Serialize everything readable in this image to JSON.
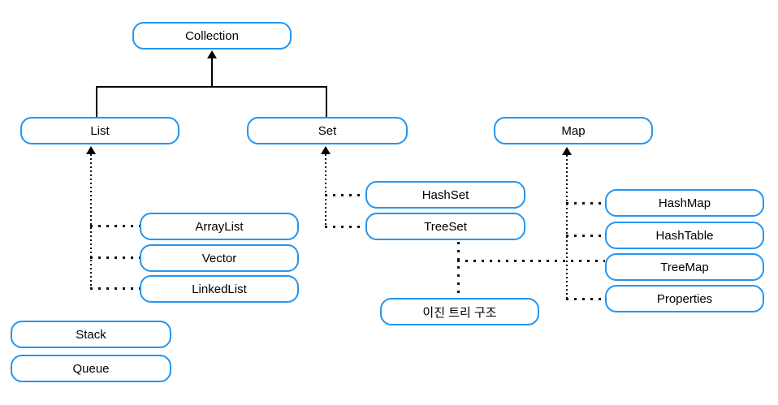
{
  "diagram": {
    "type": "hierarchy",
    "colors": {
      "node_border": "#2196F3",
      "node_fill": "#FFFFFF",
      "text": "#000000",
      "line": "#000000"
    },
    "nodes": {
      "collection": {
        "label": "Collection"
      },
      "list": {
        "label": "List"
      },
      "set": {
        "label": "Set"
      },
      "map": {
        "label": "Map"
      },
      "arraylist": {
        "label": "ArrayList"
      },
      "vector": {
        "label": "Vector"
      },
      "linkedlist": {
        "label": "LinkedList"
      },
      "stack": {
        "label": "Stack"
      },
      "queue": {
        "label": "Queue"
      },
      "hashset": {
        "label": "HashSet"
      },
      "treeset": {
        "label": "TreeSet"
      },
      "binarytree": {
        "label": "이진 트리 구조"
      },
      "hashmap": {
        "label": "HashMap"
      },
      "hashtable": {
        "label": "HashTable"
      },
      "treemap": {
        "label": "TreeMap"
      },
      "properties": {
        "label": "Properties"
      }
    },
    "edges": [
      {
        "from": "List",
        "to": "Collection",
        "style": "solid-arrow"
      },
      {
        "from": "Set",
        "to": "Collection",
        "style": "solid-arrow"
      },
      {
        "from": "ArrayList",
        "to": "List",
        "style": "dotted-arrow"
      },
      {
        "from": "Vector",
        "to": "List",
        "style": "dotted-arrow"
      },
      {
        "from": "LinkedList",
        "to": "List",
        "style": "dotted-arrow"
      },
      {
        "from": "HashSet",
        "to": "Set",
        "style": "dotted-arrow"
      },
      {
        "from": "TreeSet",
        "to": "Set",
        "style": "dotted-arrow"
      },
      {
        "from": "이진 트리 구조",
        "to": "TreeSet",
        "style": "dotted-line"
      },
      {
        "from": "TreeSet",
        "to": "TreeMap",
        "style": "dotted-line"
      },
      {
        "from": "HashMap",
        "to": "Map",
        "style": "dotted-arrow"
      },
      {
        "from": "HashTable",
        "to": "Map",
        "style": "dotted-arrow"
      },
      {
        "from": "TreeMap",
        "to": "Map",
        "style": "dotted-arrow"
      },
      {
        "from": "Properties",
        "to": "Map",
        "style": "dotted-arrow"
      }
    ]
  }
}
